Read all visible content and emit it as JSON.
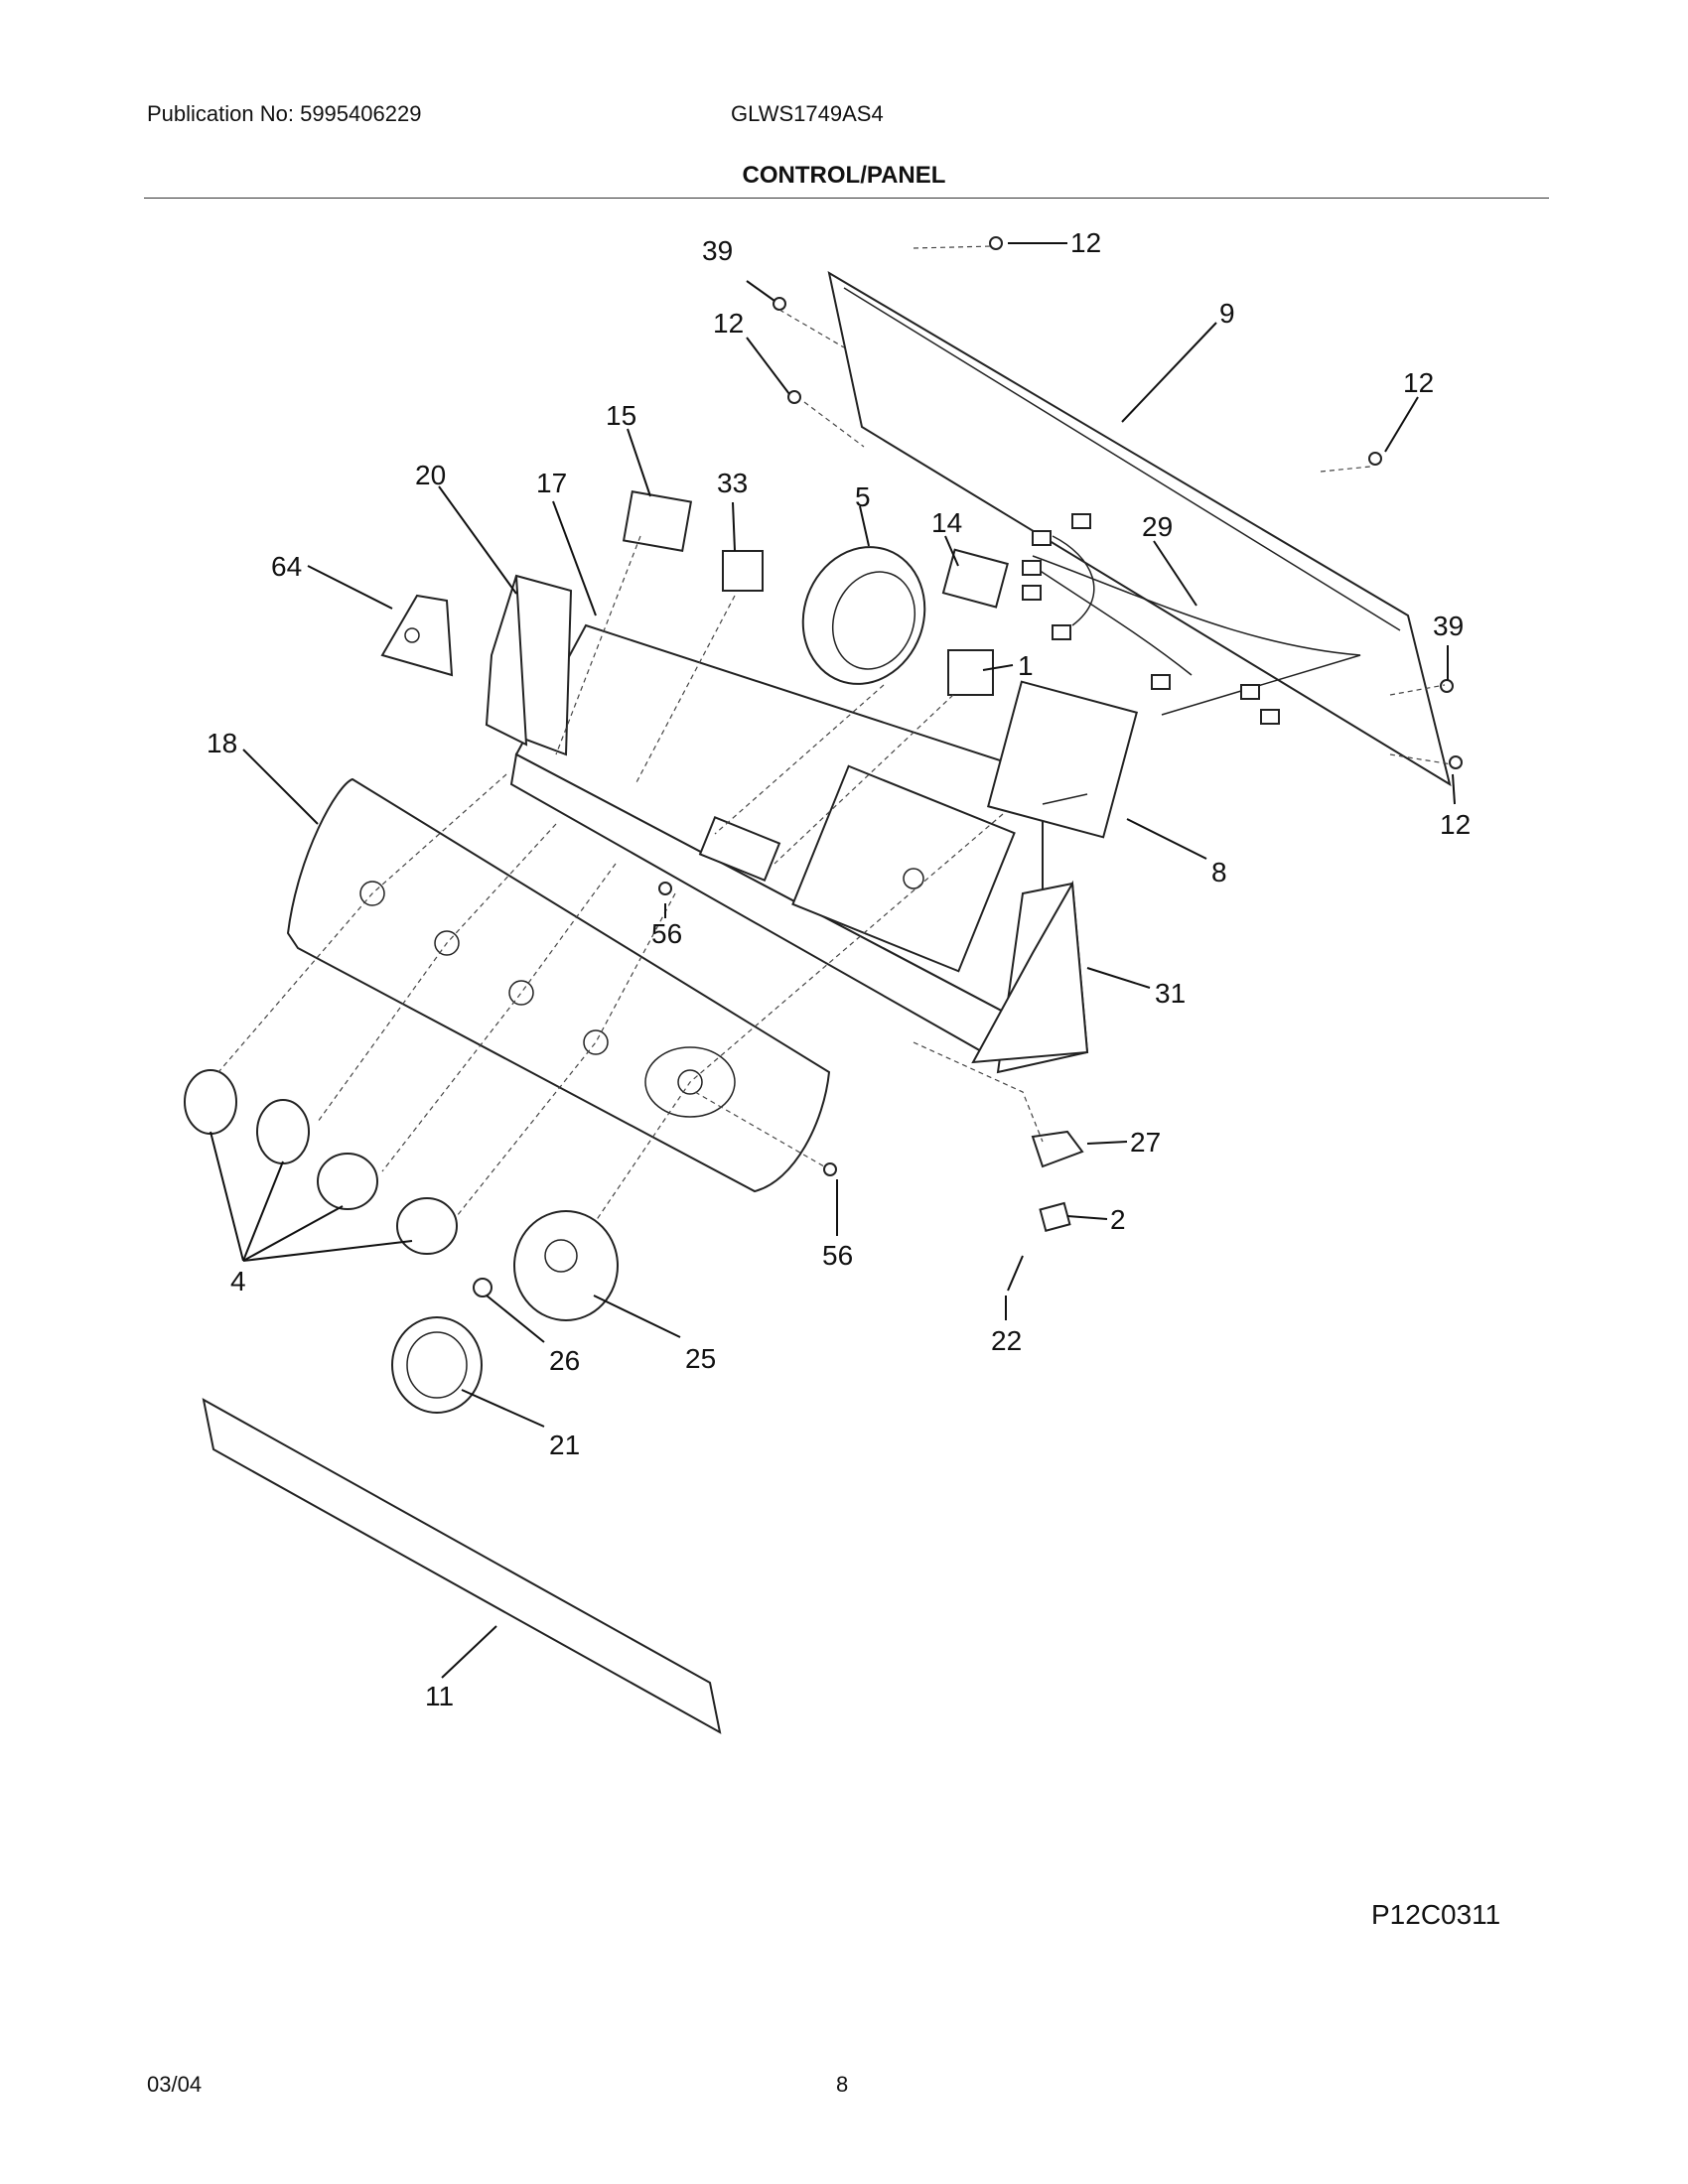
{
  "header": {
    "publication": "Publication No: 5995406229",
    "model": "GLWS1749AS4",
    "title": "CONTROL/PANEL"
  },
  "diagram_code": "P12C0311",
  "callouts": {
    "c39a": "39",
    "c12a": "12",
    "c9": "9",
    "c12b": "12",
    "c12c": "12",
    "c15": "15",
    "c20": "20",
    "c17": "17",
    "c33": "33",
    "c5": "5",
    "c14": "14",
    "c29": "29",
    "c64": "64",
    "c1": "1",
    "c39b": "39",
    "c18": "18",
    "c12d": "12",
    "c8": "8",
    "c56a": "56",
    "c31": "31",
    "c27": "27",
    "c2": "2",
    "c56b": "56",
    "c4": "4",
    "c26": "26",
    "c25": "25",
    "c22": "22",
    "c21": "21",
    "c11": "11"
  },
  "footer": {
    "date": "03/04",
    "page": "8"
  }
}
